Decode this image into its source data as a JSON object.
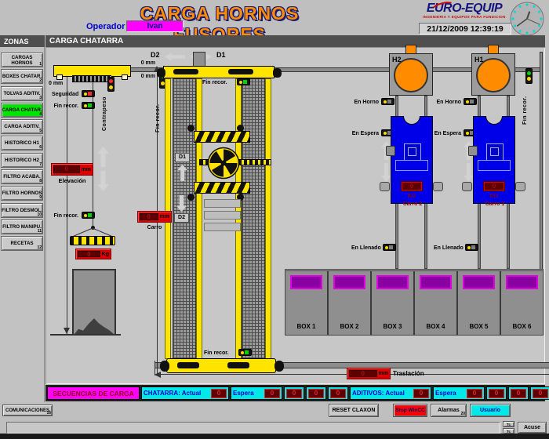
{
  "header": {
    "title": "CARGA HORNOS FUSORES",
    "operator_label": "Operador",
    "operator_value": "Ivan",
    "logo": {
      "name": "EURO-EQUIP",
      "tagline": "INGENIERIA Y EQUIPOS PARA FUNDICION"
    },
    "datetime": "21/12/2009 12:39:19"
  },
  "sidebar": {
    "title": "ZONAS",
    "items": [
      {
        "label": "CARGAS HORNOS",
        "num": "1",
        "active": false
      },
      {
        "label": "BOXES CHATAR.",
        "num": "2",
        "active": false
      },
      {
        "label": "TOLVAS ADITIV.",
        "num": "3",
        "active": false
      },
      {
        "label": "CARGA CHATAR.",
        "num": "4",
        "active": true
      },
      {
        "label": "CARGA ADITIV.",
        "num": "5",
        "active": false
      },
      {
        "label": "HISTORICO H1",
        "num": "6",
        "active": false
      },
      {
        "label": "HISTORICO H2",
        "num": "7",
        "active": false
      },
      {
        "label": "FILTRO ACABA.",
        "num": "8",
        "active": false
      },
      {
        "label": "FILTRO HORNOS",
        "num": "9",
        "active": false
      },
      {
        "label": "FILTRO DESMOL.",
        "num": "10",
        "active": false
      },
      {
        "label": "FILTRO MANIPU.",
        "num": "11",
        "active": false
      },
      {
        "label": "RECETAS",
        "num": "12",
        "active": false
      }
    ]
  },
  "main": {
    "title": "CARGA CHATARRA"
  },
  "crane": {
    "pos_mm": "0 mm",
    "seguridad_label": "Seguridad",
    "fin_recor_label": "Fin recor.",
    "contrapeso_label": "Contrapeso",
    "elevacion": {
      "value": "0",
      "unit": "mm",
      "label": "Elevación"
    },
    "fin_recor2_label": "Fin recor.",
    "peso": {
      "value": "0",
      "unit": "Kg"
    }
  },
  "tower": {
    "d2": "D2",
    "d1": "D1",
    "pos1_mm": "0 mm",
    "pos2_mm": "0 mm",
    "fin_recor_vert": "Fin recor.",
    "fin_recor_top": "Fin recor.",
    "d1_mid": "D1",
    "d2_mid": "D2",
    "fin_recor_bottom": "Fin recor.",
    "carro": {
      "value": "0",
      "unit": "mm",
      "label": "Carro"
    },
    "traslacion": {
      "value": "0",
      "unit": "mm",
      "label": "Traslación"
    }
  },
  "furnaces": [
    {
      "id": "H2",
      "en_horno": "En Horno",
      "en_espera": "En Espera",
      "en_llenado": "En Llenado",
      "cesta": {
        "value": "0",
        "unit": "KG",
        "label": "Carro 2"
      }
    },
    {
      "id": "H1",
      "en_horno": "En Horno",
      "en_espera": "En Espera",
      "en_llenado": "En Llenado",
      "cesta": {
        "value": "0",
        "unit": "KG",
        "label": "Carro 1"
      }
    }
  ],
  "fin_recor_right": "Fin recor.",
  "boxes": [
    "BOX 1",
    "BOX 2",
    "BOX 3",
    "BOX 4",
    "BOX 5",
    "BOX 6"
  ],
  "sequence_bar": {
    "title": "SECUENCIAS DE CARGA",
    "chatarra_label": "CHATARRA: Actual",
    "chatarra_actual": "0",
    "espera_label": "Espera",
    "chatarra_espera": [
      "0",
      "0",
      "0",
      "0"
    ],
    "aditivos_label": "ADITIVOS: Actual",
    "aditivos_actual": "0",
    "aditivos_espera": [
      "0",
      "0",
      "0",
      "0"
    ]
  },
  "footer": {
    "comunicaciones": "COMUNICACIONES",
    "comunicaciones_num": "16",
    "reset_claxon": "RESET CLAXON",
    "stop_wincc": "Stop WinCC",
    "alarmas": "Alarmas",
    "alarmas_num": "20",
    "usuario": "Usuario",
    "tc_top": "Tc",
    "tc_bottom": "Tc",
    "acuse": "Acuse"
  },
  "colors": {
    "accent_orange": "#ff8c00",
    "active_green": "#00e400",
    "magenta": "#ff00ff",
    "cyan": "#00e8e8",
    "alarm_red": "#dd0000"
  }
}
